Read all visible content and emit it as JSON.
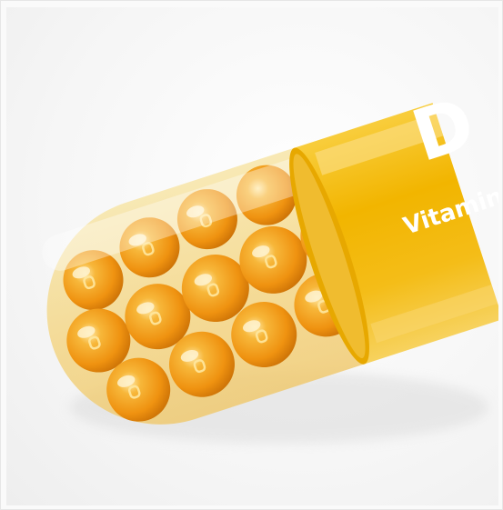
{
  "image": {
    "capsule_letter": "D",
    "capsule_text": "Vitamin",
    "colors": {
      "capsule_band": "#f2b500",
      "capsule_band_light": "#f8cd3c",
      "capsule_shell": "#f6dd8c",
      "softgel": "#f29a12",
      "softgel_highlight": "#ffe9a8",
      "background": "#f5f5f5"
    },
    "icons": [
      "vitamin-capsule-illustration",
      "softgel-bead-icon"
    ]
  }
}
